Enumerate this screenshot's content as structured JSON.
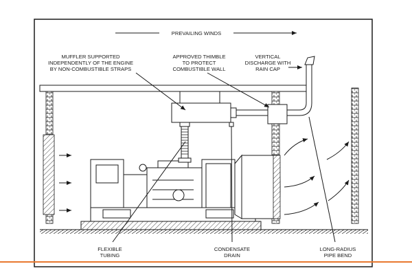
{
  "diagram": {
    "header_label": "PREVAILING WINDS",
    "callouts": {
      "muffler": [
        "MUFFLER SUPPORTED",
        "INDEPENDENTLY OF THE ENGINE",
        "BY NON-COMBUSTIBLE STRAPS"
      ],
      "thimble": [
        "APPROVED THIMBLE",
        "TO PROTECT",
        "COMBUSTIBLE WALL"
      ],
      "vertical": [
        "VERTICAL",
        "DISCHARGE WITH",
        "RAIN CAP"
      ],
      "flexible": [
        "FLEXIBLE",
        "TUBING"
      ],
      "condensate": [
        "CONDENSATE",
        "DRAIN"
      ],
      "long_radius": [
        "LONG-RADIUS",
        "PIPE BEND"
      ]
    },
    "colors": {
      "line": "#1a1a1a",
      "accent_rule": "#e8782f",
      "background": "#ffffff"
    }
  }
}
